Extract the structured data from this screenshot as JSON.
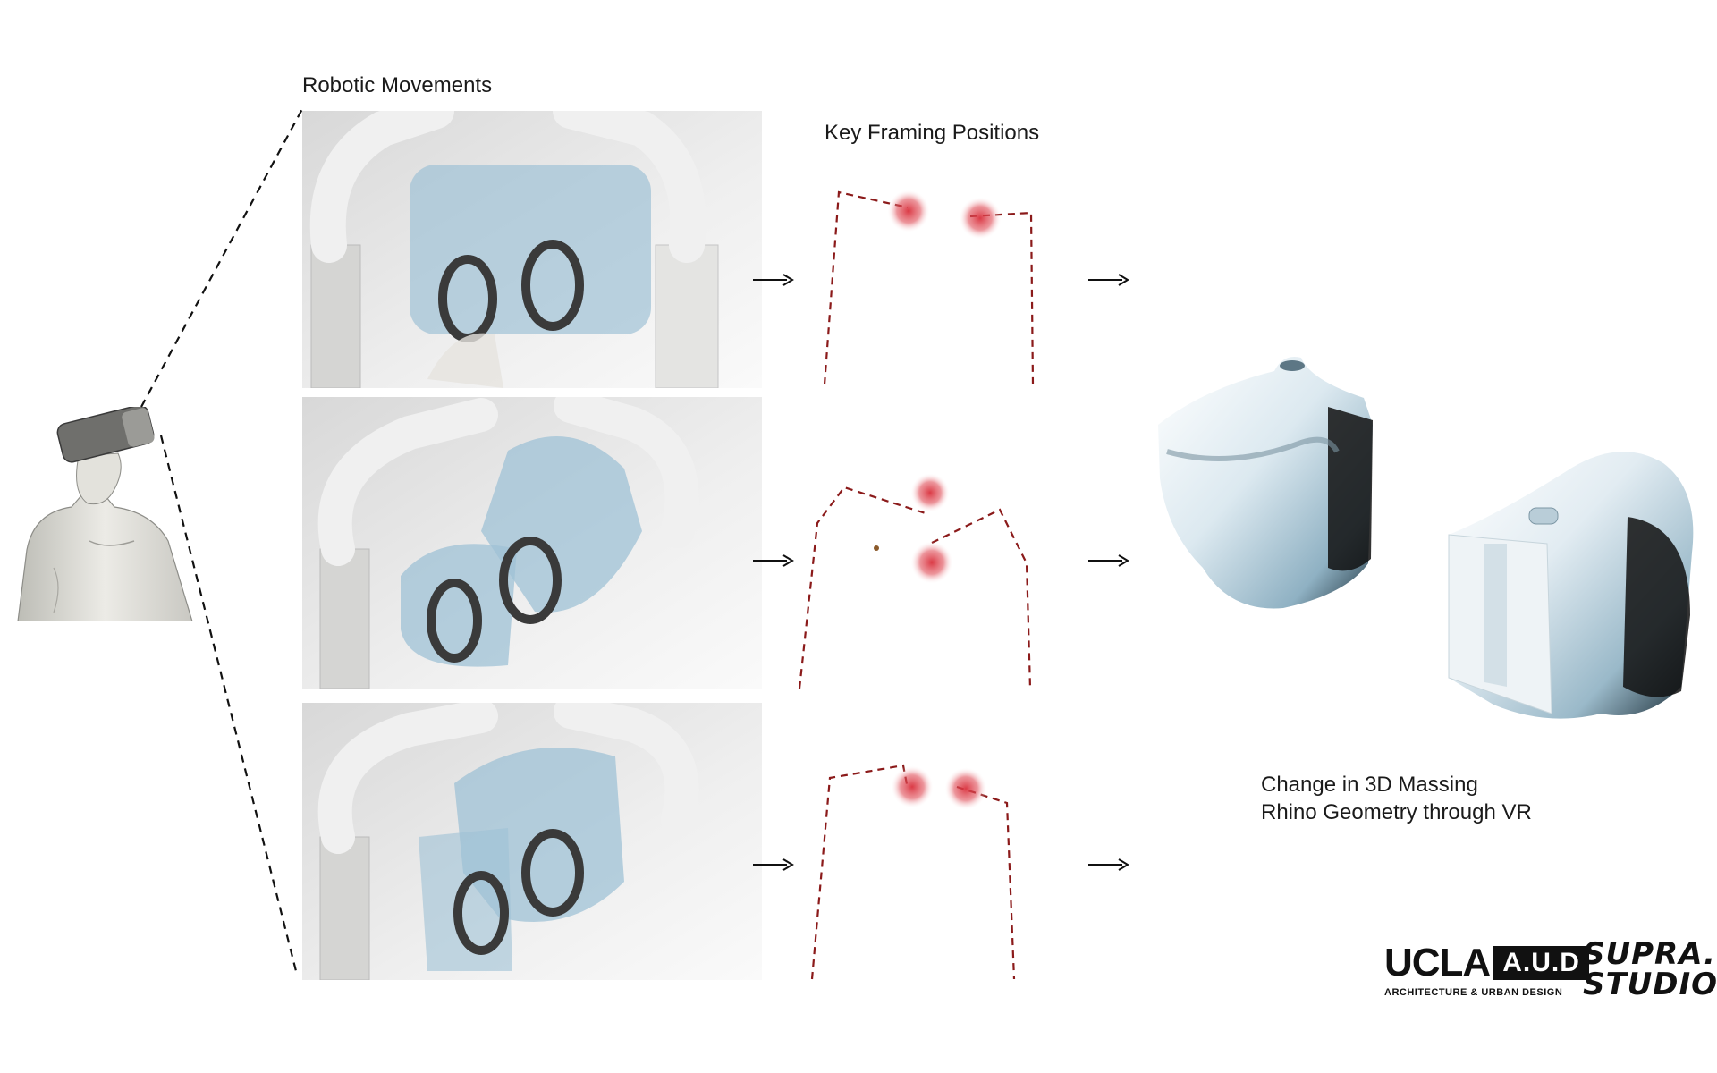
{
  "labels": {
    "robotic_movements": "Robotic Movements",
    "key_framing_positions": "Key Framing Positions",
    "change_line1": "Change in 3D Massing",
    "change_line2": "Rhino Geometry through VR"
  },
  "logos": {
    "ucla": "UCLA",
    "aud": "A.U.D",
    "aud_subtitle": "ARCHITECTURE & URBAN DESIGN",
    "supra_line1": "SUPRA.",
    "supra_line2": "STUDIO"
  },
  "colors": {
    "frame_dash": "#8b1a1a",
    "key_point": "#d9303c",
    "mass_tint": "#9fc2d6"
  },
  "icons": {
    "figure": "vr-headset-person-figure",
    "arrow": "right-arrow-icon"
  }
}
